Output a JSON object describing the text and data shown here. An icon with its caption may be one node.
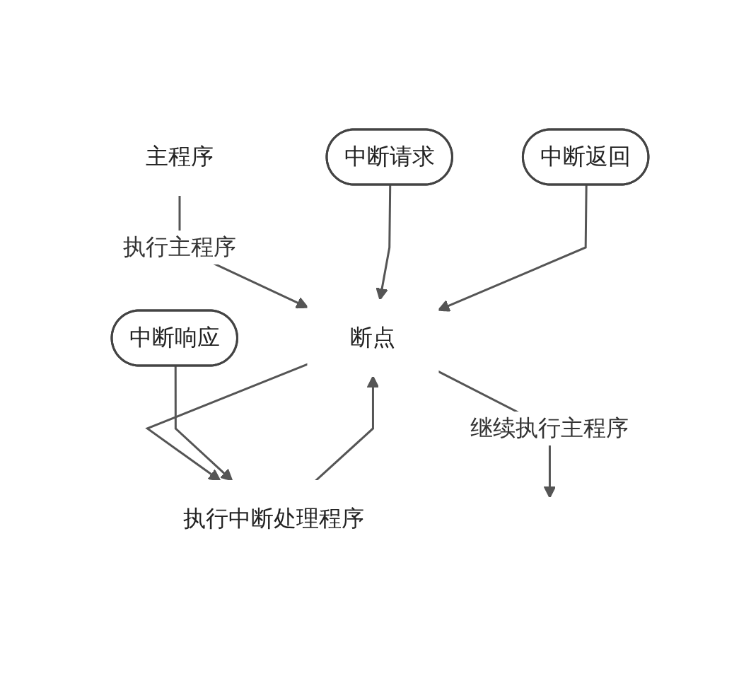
{
  "diagram": {
    "nodes": [
      {
        "text": [
          "主程序"
        ]
      },
      {
        "text": [
          "中断响应"
        ]
      },
      {
        "text": [
          "中断请求"
        ]
      },
      {
        "text": [
          "断点"
        ]
      },
      {
        "text": [
          "执行中断处理程序"
        ]
      },
      {
        "text": [
          "中断返回"
        ]
      }
    ],
    "edges": [
      {
        "from": 0,
        "to": 3,
        "arrow": "to",
        "label": "执行主程序"
      },
      {
        "from": 2,
        "to": 3,
        "arrow": "to"
      },
      {
        "from": 3,
        "to": 4,
        "arrow": "to"
      },
      {
        "from": 1,
        "to": 4,
        "arrow": "to"
      },
      {
        "from": 4,
        "to": 3,
        "arrow": "to"
      },
      {
        "from": 5,
        "to": 3,
        "arrow": "to"
      },
      {
        "from": 3,
        "to": null,
        "arrow": "to",
        "label": "继续执行主程序"
      }
    ]
  }
}
